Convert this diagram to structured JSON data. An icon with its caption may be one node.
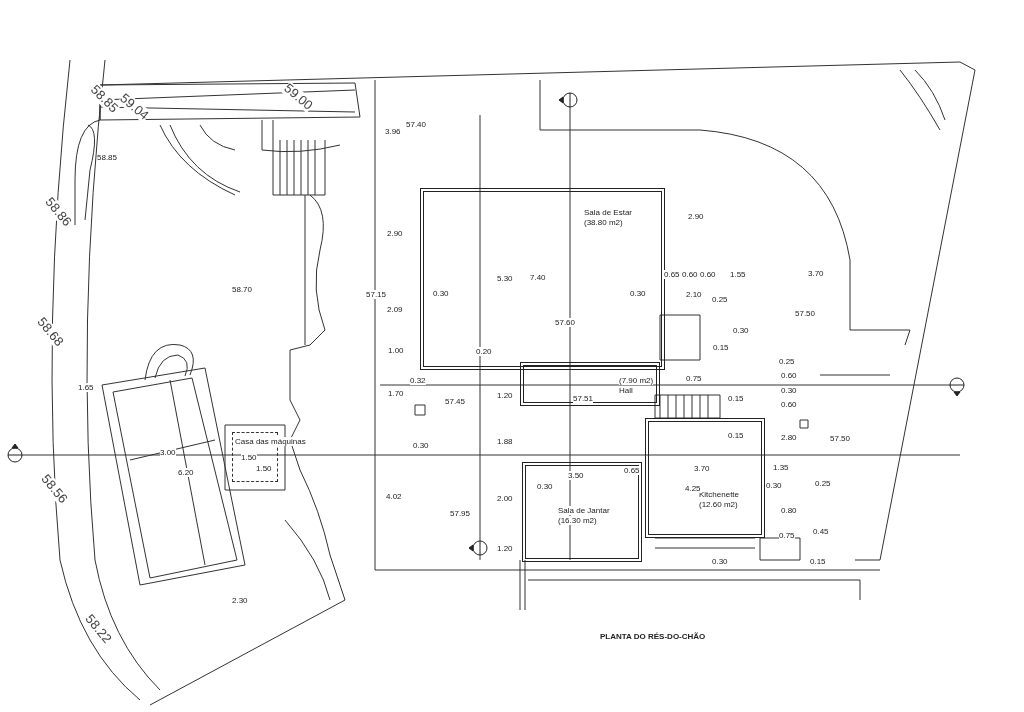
{
  "diagram": {
    "title": "PLANTA DO RÉS-DO-CHÃO",
    "nodes": [
      {
        "text": [
          "Sala de Estar",
          "(38.80 m2)"
        ]
      },
      {
        "text": [
          "(7.90 m2)",
          "Hall"
        ]
      },
      {
        "text": [
          "Sala de Jantar",
          "(16.30 m2)"
        ]
      },
      {
        "text": [
          "Kitchenette",
          "(12.60 m2)"
        ]
      },
      {
        "text": [
          "Casa das máquinas"
        ]
      }
    ],
    "edges": [],
    "labels": [
      "58.85",
      "59.04",
      "59.00",
      "58.85",
      "58.86",
      "58.70",
      "57.15",
      "58.68",
      "57.40",
      "3.96",
      "2.90",
      "2.09",
      "1.00",
      "1.70",
      "4.02",
      "5.30",
      "7.40",
      "0.30",
      "0.30",
      "57.60",
      "0.20",
      "2.90",
      "0.65",
      "0.60",
      "0.60",
      "1.55",
      "3.70",
      "2.10",
      "0.25",
      "0.30",
      "0.15",
      "57.50",
      "1.65",
      "3.00",
      "6.20",
      "1.50",
      "1.50",
      "2.30",
      "58.56",
      "58.22",
      "0.32",
      "1.20",
      "0.30",
      "1.88",
      "2.00",
      "1.20",
      "0.30",
      "3.50",
      "0.65",
      "3.70",
      "4.25",
      "0.30",
      "0.75",
      "0.15",
      "0.15",
      "57.45",
      "57.51",
      "57.95",
      "0.25",
      "0.60",
      "0.30",
      "0.60",
      "2.80",
      "1.35",
      "0.30",
      "0.25",
      "0.80",
      "0.45",
      "0.75",
      "0.15",
      "57.50"
    ]
  }
}
